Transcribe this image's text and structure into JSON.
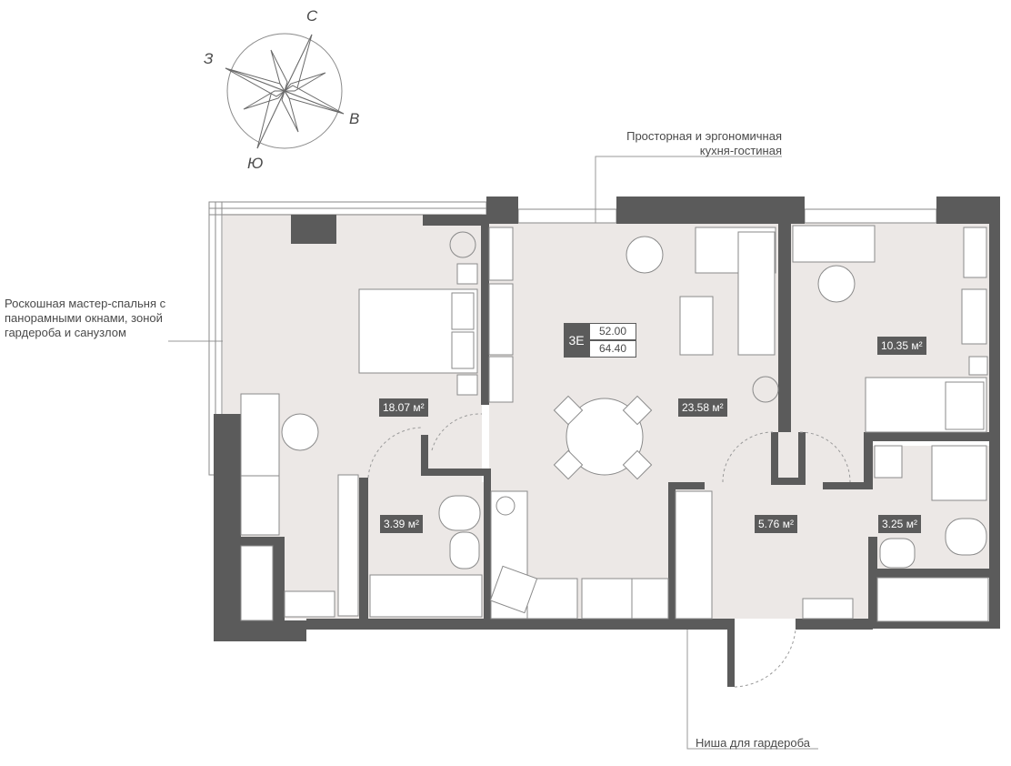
{
  "compass": {
    "north": "С",
    "east": "В",
    "south": "Ю",
    "west": "З"
  },
  "callouts": {
    "kitchen": "Просторная и эргономичная кухня-гостиная",
    "bedroom": "Роскошная мастер-спальня с панорамными окнами, зоной гардероба и санузлом",
    "niche": "Ниша для гардероба"
  },
  "apartment": {
    "code": "3Е",
    "area_living": "52.00",
    "area_total": "64.40"
  },
  "rooms": {
    "master_bedroom": "18.07 м²",
    "kitchen_living": "23.58 м²",
    "bedroom_2": "10.35 м²",
    "bathroom_1": "3.39 м²",
    "hallway": "5.76 м²",
    "bathroom_2": "3.25 м²"
  },
  "colors": {
    "wall": "#5b5b5b",
    "floor": "#ece8e6",
    "furniture_line": "#8a8a8a",
    "text": "#4a4a4a"
  }
}
